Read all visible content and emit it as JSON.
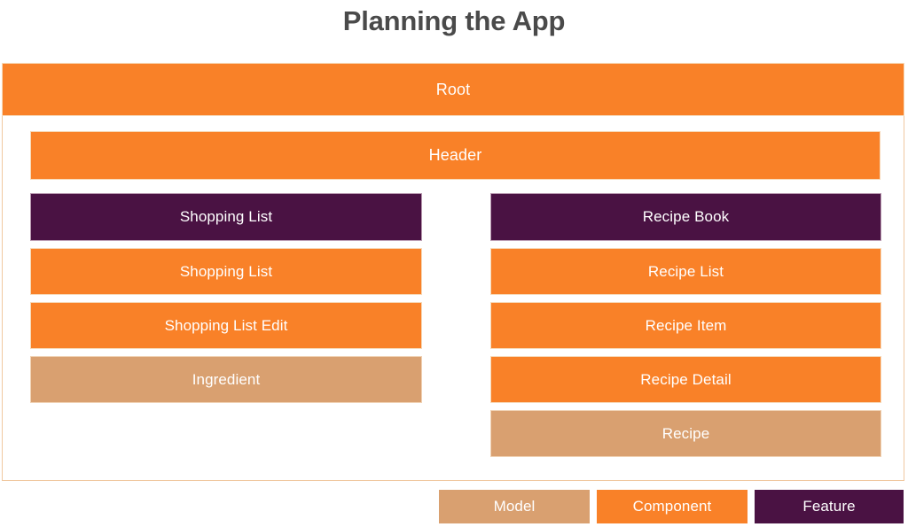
{
  "title": "Planning the App",
  "colors": {
    "component": "#f98128",
    "feature": "#4a1243",
    "model": "#d9a070",
    "title_text": "#4a4a4a",
    "container_border": "#f0c8a0",
    "page_background": "#ffffff",
    "node_text": "#ffffff"
  },
  "diagram": {
    "root": {
      "label": "Root",
      "type": "component"
    },
    "header": {
      "label": "Header",
      "type": "component"
    },
    "columns": [
      {
        "name": "shopping-list-column",
        "nodes": [
          {
            "label": "Shopping List",
            "type": "feature"
          },
          {
            "label": "Shopping List",
            "type": "component"
          },
          {
            "label": "Shopping List Edit",
            "type": "component"
          },
          {
            "label": "Ingredient",
            "type": "model"
          }
        ]
      },
      {
        "name": "recipe-book-column",
        "nodes": [
          {
            "label": "Recipe Book",
            "type": "feature"
          },
          {
            "label": "Recipe List",
            "type": "component"
          },
          {
            "label": "Recipe Item",
            "type": "component"
          },
          {
            "label": "Recipe Detail",
            "type": "component"
          },
          {
            "label": "Recipe",
            "type": "model"
          }
        ]
      }
    ]
  },
  "legend": {
    "items": [
      {
        "label": "Model",
        "type": "model"
      },
      {
        "label": "Component",
        "type": "component"
      },
      {
        "label": "Feature",
        "type": "feature"
      }
    ]
  }
}
